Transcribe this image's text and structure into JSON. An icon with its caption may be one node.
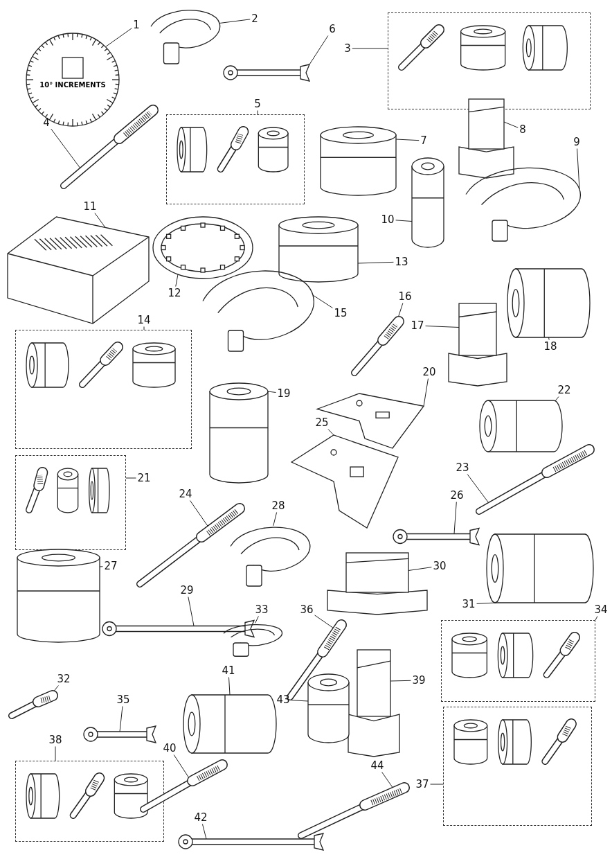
{
  "diagram": {
    "nodes": [
      {
        "text": [
          "1"
        ]
      },
      {
        "text": [
          "10° INCREMENTS"
        ]
      },
      {
        "text": [
          "2"
        ]
      },
      {
        "text": [],
        "shape": "picture"
      },
      {
        "text": [
          "3"
        ]
      },
      {
        "text": [],
        "shape": "box"
      },
      {
        "text": [
          "4"
        ]
      },
      {
        "text": [],
        "shape": "picture"
      },
      {
        "text": [
          "5"
        ]
      },
      {
        "text": [],
        "shape": "box"
      },
      {
        "text": [
          "6"
        ]
      },
      {
        "text": [],
        "shape": "picture"
      },
      {
        "text": [
          "7"
        ]
      },
      {
        "text": [],
        "shape": "picture"
      },
      {
        "text": [
          "8"
        ]
      },
      {
        "text": [],
        "shape": "picture"
      },
      {
        "text": [
          "9"
        ]
      },
      {
        "text": [],
        "shape": "picture"
      },
      {
        "text": [
          "10"
        ]
      },
      {
        "text": [],
        "shape": "picture"
      },
      {
        "text": [
          "11"
        ]
      },
      {
        "text": [],
        "shape": "picture"
      },
      {
        "text": [
          "12"
        ]
      },
      {
        "text": [],
        "shape": "picture"
      },
      {
        "text": [
          "13"
        ]
      },
      {
        "text": [],
        "shape": "picture"
      },
      {
        "text": [
          "14"
        ]
      },
      {
        "text": [],
        "shape": "box"
      },
      {
        "text": [
          "15"
        ]
      },
      {
        "text": [],
        "shape": "picture"
      },
      {
        "text": [
          "16"
        ]
      },
      {
        "text": [],
        "shape": "picture"
      },
      {
        "text": [
          "17"
        ]
      },
      {
        "text": [],
        "shape": "picture"
      },
      {
        "text": [
          "18"
        ]
      },
      {
        "text": [],
        "shape": "picture"
      },
      {
        "text": [
          "19"
        ]
      },
      {
        "text": [],
        "shape": "picture"
      },
      {
        "text": [
          "20"
        ]
      },
      {
        "text": [],
        "shape": "picture"
      },
      {
        "text": [
          "21"
        ]
      },
      {
        "text": [],
        "shape": "box"
      },
      {
        "text": [
          "22"
        ]
      },
      {
        "text": [],
        "shape": "picture"
      },
      {
        "text": [
          "23"
        ]
      },
      {
        "text": [],
        "shape": "picture"
      },
      {
        "text": [
          "24"
        ]
      },
      {
        "text": [],
        "shape": "picture"
      },
      {
        "text": [
          "25"
        ]
      },
      {
        "text": [],
        "shape": "picture"
      },
      {
        "text": [
          "26"
        ]
      },
      {
        "text": [],
        "shape": "picture"
      },
      {
        "text": [
          "27"
        ]
      },
      {
        "text": [],
        "shape": "picture"
      },
      {
        "text": [
          "28"
        ]
      },
      {
        "text": [],
        "shape": "picture"
      },
      {
        "text": [
          "29"
        ]
      },
      {
        "text": [],
        "shape": "picture"
      },
      {
        "text": [
          "30"
        ]
      },
      {
        "text": [],
        "shape": "picture"
      },
      {
        "text": [
          "31"
        ]
      },
      {
        "text": [],
        "shape": "picture"
      },
      {
        "text": [
          "32"
        ]
      },
      {
        "text": [],
        "shape": "picture"
      },
      {
        "text": [
          "33"
        ]
      },
      {
        "text": [],
        "shape": "picture"
      },
      {
        "text": [
          "34"
        ]
      },
      {
        "text": [],
        "shape": "box"
      },
      {
        "text": [
          "35"
        ]
      },
      {
        "text": [],
        "shape": "picture"
      },
      {
        "text": [
          "36"
        ]
      },
      {
        "text": [],
        "shape": "picture"
      },
      {
        "text": [
          "37"
        ]
      },
      {
        "text": [],
        "shape": "box"
      },
      {
        "text": [
          "38"
        ]
      },
      {
        "text": [],
        "shape": "box"
      },
      {
        "text": [
          "39"
        ]
      },
      {
        "text": [],
        "shape": "picture"
      },
      {
        "text": [
          "40"
        ]
      },
      {
        "text": [],
        "shape": "picture"
      },
      {
        "text": [
          "41"
        ]
      },
      {
        "text": [],
        "shape": "picture"
      },
      {
        "text": [
          "42"
        ]
      },
      {
        "text": [],
        "shape": "picture"
      },
      {
        "text": [
          "43"
        ]
      },
      {
        "text": [],
        "shape": "picture"
      },
      {
        "text": [
          "44"
        ]
      },
      {
        "text": [],
        "shape": "picture"
      }
    ],
    "edges": [
      {
        "from": 0,
        "to": 1,
        "arrow": "none"
      },
      {
        "from": 2,
        "to": 3,
        "arrow": "none"
      },
      {
        "from": 4,
        "to": 5,
        "arrow": "none"
      },
      {
        "from": 6,
        "to": 7,
        "arrow": "none"
      },
      {
        "from": 8,
        "to": 9,
        "arrow": "none"
      },
      {
        "from": 10,
        "to": 11,
        "arrow": "none"
      },
      {
        "from": 12,
        "to": 13,
        "arrow": "none"
      },
      {
        "from": 14,
        "to": 15,
        "arrow": "none"
      },
      {
        "from": 16,
        "to": 17,
        "arrow": "none"
      },
      {
        "from": 18,
        "to": 19,
        "arrow": "none"
      },
      {
        "from": 20,
        "to": 21,
        "arrow": "none"
      },
      {
        "from": 22,
        "to": 23,
        "arrow": "none"
      },
      {
        "from": 24,
        "to": 25,
        "arrow": "none"
      },
      {
        "from": 26,
        "to": 27,
        "arrow": "none"
      },
      {
        "from": 28,
        "to": 29,
        "arrow": "none"
      },
      {
        "from": 30,
        "to": 31,
        "arrow": "none"
      },
      {
        "from": 32,
        "to": 33,
        "arrow": "none"
      },
      {
        "from": 34,
        "to": 35,
        "arrow": "none"
      },
      {
        "from": 36,
        "to": 37,
        "arrow": "none"
      },
      {
        "from": 38,
        "to": 39,
        "arrow": "none"
      },
      {
        "from": 40,
        "to": 41,
        "arrow": "none"
      },
      {
        "from": 42,
        "to": 43,
        "arrow": "none"
      },
      {
        "from": 44,
        "to": 45,
        "arrow": "none"
      },
      {
        "from": 46,
        "to": 47,
        "arrow": "none"
      },
      {
        "from": 48,
        "to": 49,
        "arrow": "none"
      },
      {
        "from": 50,
        "to": 51,
        "arrow": "none"
      },
      {
        "from": 52,
        "to": 53,
        "arrow": "none"
      },
      {
        "from": 54,
        "to": 55,
        "arrow": "none"
      },
      {
        "from": 56,
        "to": 57,
        "arrow": "none"
      },
      {
        "from": 58,
        "to": 59,
        "arrow": "none"
      },
      {
        "from": 60,
        "to": 61,
        "arrow": "none"
      },
      {
        "from": 62,
        "to": 63,
        "arrow": "none"
      },
      {
        "from": 64,
        "to": 65,
        "arrow": "none"
      },
      {
        "from": 66,
        "to": 67,
        "arrow": "none"
      },
      {
        "from": 68,
        "to": 69,
        "arrow": "none"
      },
      {
        "from": 70,
        "to": 71,
        "arrow": "none"
      },
      {
        "from": 72,
        "to": 73,
        "arrow": "none"
      },
      {
        "from": 74,
        "to": 75,
        "arrow": "none"
      },
      {
        "from": 76,
        "to": 77,
        "arrow": "none"
      },
      {
        "from": 78,
        "to": 79,
        "arrow": "none"
      },
      {
        "from": 80,
        "to": 81,
        "arrow": "none"
      },
      {
        "from": 82,
        "to": 83,
        "arrow": "none"
      },
      {
        "from": 84,
        "to": 85,
        "arrow": "none"
      },
      {
        "from": 86,
        "to": 87,
        "arrow": "none"
      }
    ]
  }
}
